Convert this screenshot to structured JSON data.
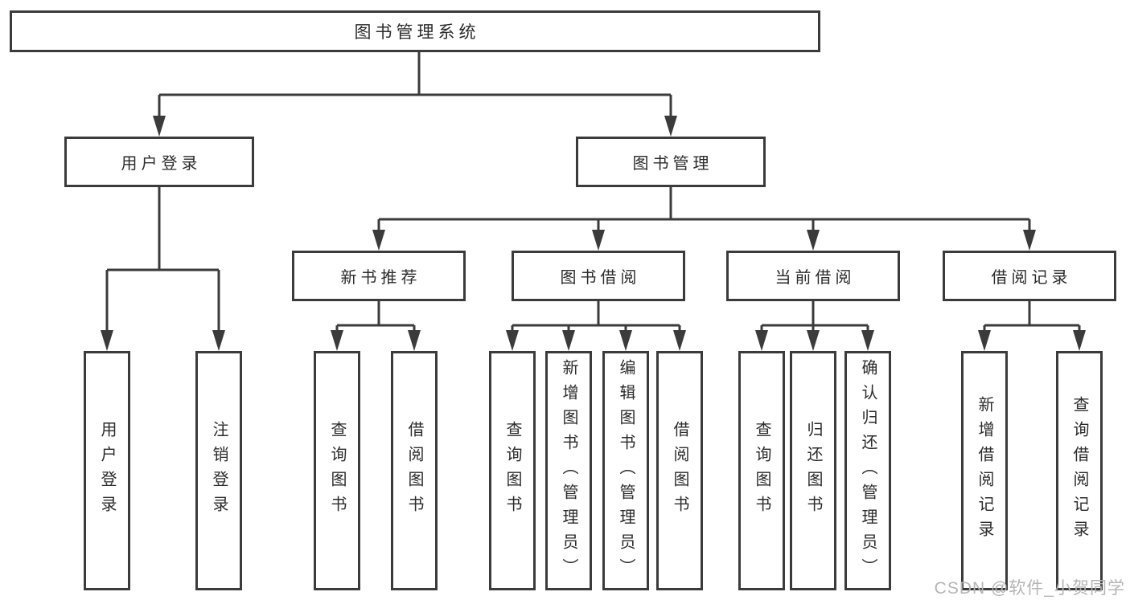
{
  "diagram": {
    "root": {
      "label": "图书管理系统"
    },
    "branches": [
      {
        "label": "用户登录",
        "children": [
          {
            "label": "用户登录"
          },
          {
            "label": "注销登录"
          }
        ]
      },
      {
        "label": "图书管理",
        "children": [
          {
            "label": "新书推荐",
            "children": [
              {
                "label": "查询图书"
              },
              {
                "label": "借阅图书"
              }
            ]
          },
          {
            "label": "图书借阅",
            "children": [
              {
                "label": "查询图书"
              },
              {
                "label": "新增图书（管理员）"
              },
              {
                "label": "编辑图书（管理员）"
              },
              {
                "label": "借阅图书"
              }
            ]
          },
          {
            "label": "当前借阅",
            "children": [
              {
                "label": "查询图书"
              },
              {
                "label": "归还图书"
              },
              {
                "label": "确认归还（管理员）"
              }
            ]
          },
          {
            "label": "借阅记录",
            "children": [
              {
                "label": "新增借阅记录"
              },
              {
                "label": "查询借阅记录"
              }
            ]
          }
        ]
      }
    ]
  },
  "watermark": {
    "text": "CSDN @软件_小贺同学"
  },
  "colors": {
    "line": "#3b3b3b",
    "text": "#2b2b2b",
    "watermark": "#b5b5b5",
    "background": "#ffffff"
  }
}
